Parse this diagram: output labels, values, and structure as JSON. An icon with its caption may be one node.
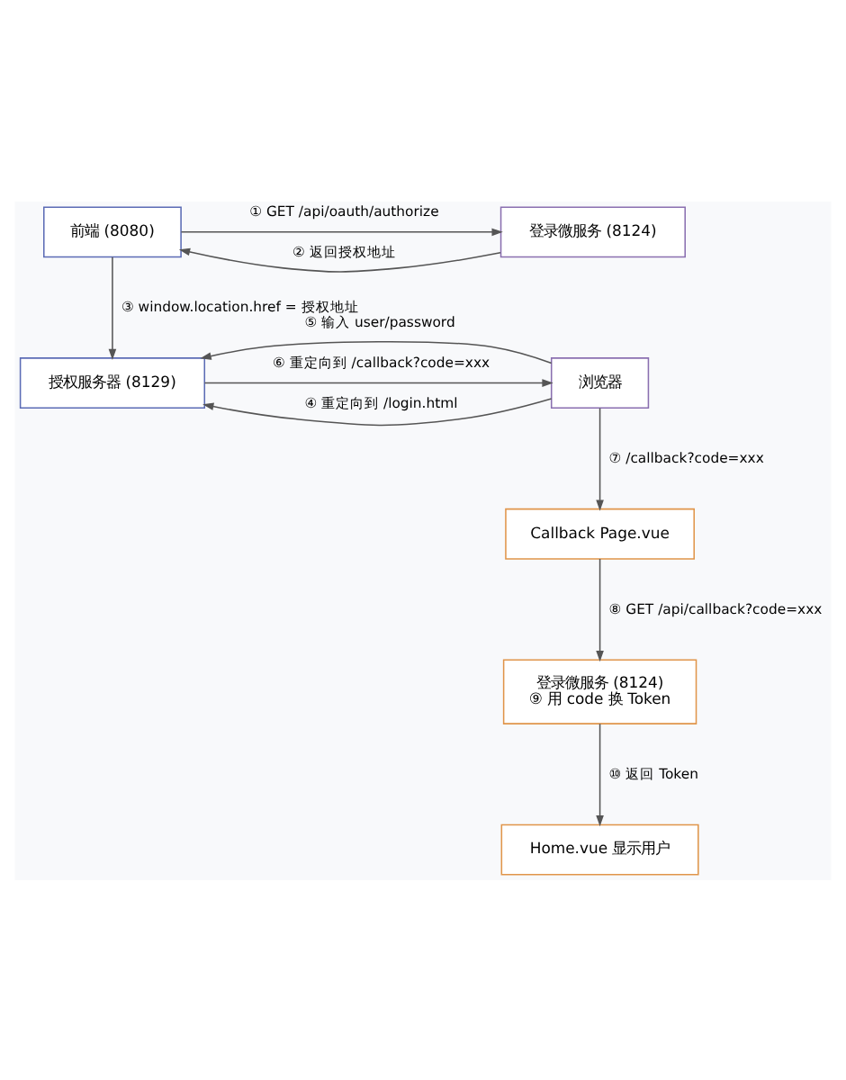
{
  "diagram": {
    "nodes": [
      {
        "text": [
          "前端 (8080)"
        ]
      },
      {
        "text": [
          "登录微服务 (8124)"
        ]
      },
      {
        "text": [
          "授权服务器 (8129)"
        ]
      },
      {
        "text": [
          "浏览器"
        ]
      },
      {
        "text": [
          "Callback Page.vue"
        ]
      },
      {
        "text": [
          "登录微服务 (8124)",
          "⑨ 用 code 换 Token"
        ]
      },
      {
        "text": [
          "Home.vue 显示用户"
        ]
      }
    ],
    "edges": [
      {
        "from": 0,
        "to": 1,
        "arrow": "to",
        "label": "① GET /api/oauth/authorize"
      },
      {
        "from": 1,
        "to": 0,
        "arrow": "to",
        "label": "② 返回授权地址"
      },
      {
        "from": 0,
        "to": 2,
        "arrow": "to",
        "label": "③ window.location.href = 授权地址"
      },
      {
        "from": 3,
        "to": 2,
        "arrow": "to",
        "label": "④ 重定向到 /login.html"
      },
      {
        "from": 3,
        "to": 2,
        "arrow": "to",
        "label": "⑤ 输入 user/password"
      },
      {
        "from": 2,
        "to": 3,
        "arrow": "to",
        "label": "⑥ 重定向到 /callback?code=xxx"
      },
      {
        "from": 3,
        "to": 4,
        "arrow": "to",
        "label": "⑦ /callback?code=xxx"
      },
      {
        "from": 4,
        "to": 5,
        "arrow": "to",
        "label": "⑧ GET /api/callback?code=xxx"
      },
      {
        "from": 5,
        "to": 6,
        "arrow": "to",
        "label": "⑩ 返回 Token"
      }
    ]
  }
}
